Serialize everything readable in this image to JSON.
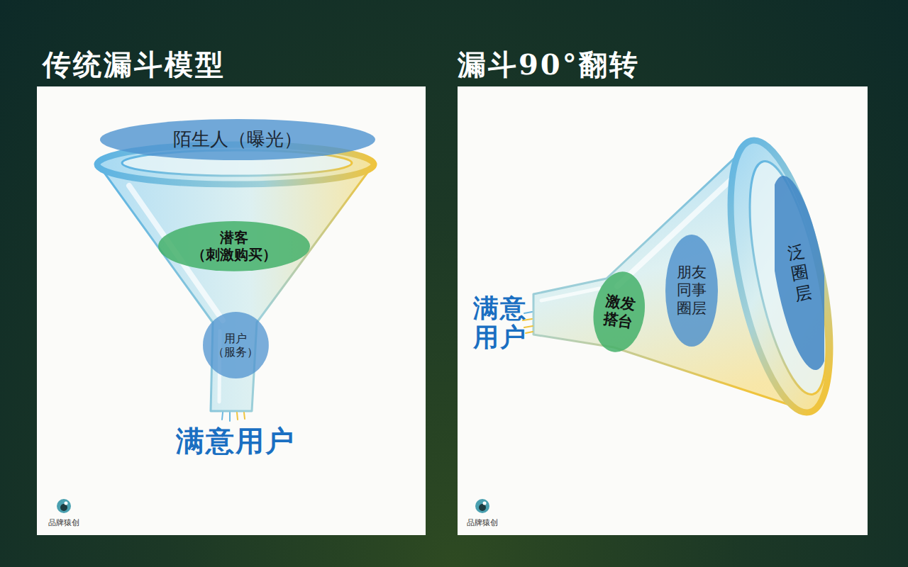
{
  "diagram": {
    "nodes": [
      {
        "text": [
          "传统漏斗模型"
        ]
      },
      {
        "text": [
          "陌生人（曝光）"
        ],
        "in": 0
      },
      {
        "text": [
          "潜客 （刺激购买）"
        ],
        "in": 0
      },
      {
        "text": [
          "用户 （服务）"
        ],
        "in": 0
      },
      {
        "text": [
          "漏斗90°翻转"
        ]
      },
      {
        "text": [
          "激发 搭台"
        ],
        "in": 4
      },
      {
        "text": [
          "朋友 同事 圈层"
        ],
        "in": 4
      },
      {
        "text": [
          "泛圈层"
        ],
        "in": 4
      }
    ],
    "labels": [
      "满意用户",
      "品牌猿创",
      "满意 用户",
      "品牌猿创"
    ]
  }
}
